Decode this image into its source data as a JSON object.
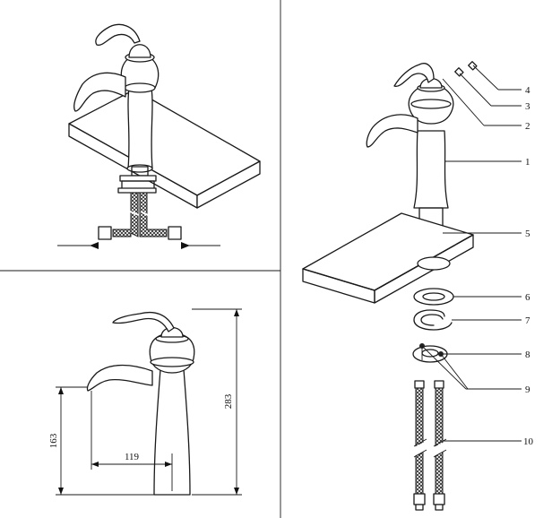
{
  "part_labels": [
    "1",
    "2",
    "3",
    "4",
    "5",
    "6",
    "7",
    "8",
    "9",
    "10"
  ],
  "dimensions": {
    "height_total": "283",
    "height_spout": "163",
    "reach": "119"
  }
}
